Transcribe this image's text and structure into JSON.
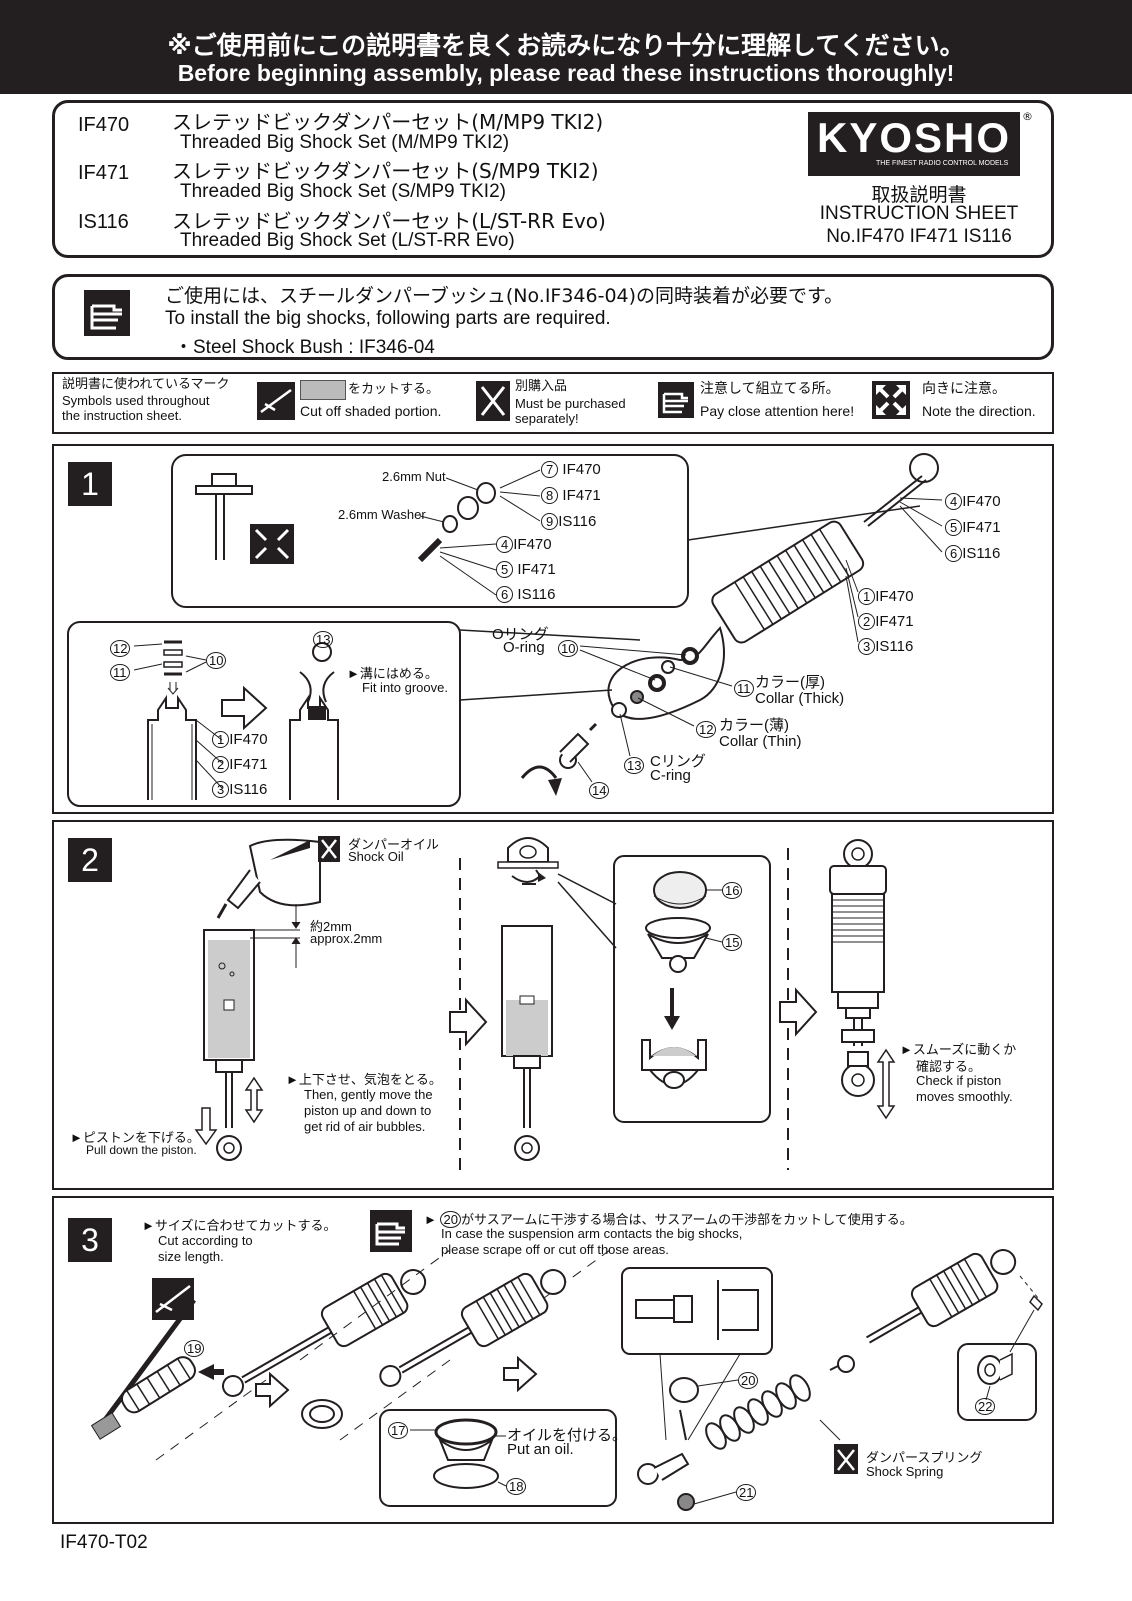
{
  "header": {
    "jp": "※ご使用前にこの説明書を良くお読みになり十分に理解してください。",
    "en": "Before beginning assembly, please read these instructions thoroughly!"
  },
  "products": [
    {
      "code": "IF470",
      "jp": "スレテッドビックダンパーセット(M/MP9 TKI2)",
      "en": "Threaded Big Shock Set (M/MP9 TKI2)"
    },
    {
      "code": "IF471",
      "jp": "スレテッドビックダンパーセット(S/MP9 TKI2)",
      "en": "Threaded Big Shock Set (S/MP9 TKI2)"
    },
    {
      "code": "IS116",
      "jp": "スレテッドビックダンパーセット(L/ST-RR Evo)",
      "en": "Threaded Big Shock Set (L/ST-RR Evo)"
    }
  ],
  "brand": {
    "logo": "KYOSHO",
    "registered": "®",
    "tagline": "THE FINEST RADIO CONTROL MODELS",
    "sheet_jp": "取扱説明書",
    "sheet_en": "INSTRUCTION SHEET",
    "sheet_no": "No.IF470  IF471 IS116"
  },
  "notice": {
    "jp": "ご使用には、スチールダンパーブッシュ(No.IF346-04)の同時装着が必要です。",
    "en": "To install the big shocks, following parts are required.",
    "item": "・Steel Shock Bush : IF346-04"
  },
  "legend": {
    "intro_jp": "説明書に使われているマーク",
    "intro_en1": "Symbols used throughout",
    "intro_en2": "the instruction sheet.",
    "cut_jp": "をカットする。",
    "cut_en": "Cut off shaded portion.",
    "buy_jp": "別購入品",
    "buy_en1": "Must be purchased",
    "buy_en2": "separately!",
    "attn_jp": "注意して組立てる所。",
    "attn_en": "Pay close attention here!",
    "dir_jp": "向きに注意。",
    "dir_en": "Note the direction."
  },
  "step1": {
    "num": "1",
    "nut": "2.6mm Nut",
    "washer": "2.6mm Washer",
    "p7": "7",
    "p8": "8",
    "p9": "9",
    "p4": "4",
    "p5": "5",
    "p6": "6",
    "p1": "1",
    "p2": "2",
    "p3": "3",
    "p10": "10",
    "p11": "11",
    "p12": "12",
    "p13": "13",
    "p14": "14",
    "if470": "IF470",
    "if471": "IF471",
    "is116": "IS116",
    "oring_jp": "Oリング",
    "oring_en": "O-ring",
    "collar_thick_jp": "カラー(厚)",
    "collar_thick_en": "Collar (Thick)",
    "collar_thin_jp": "カラー(薄)",
    "collar_thin_en": "Collar (Thin)",
    "cring_jp": "Cリング",
    "cring_en": "C-ring",
    "groove_jp": "►溝にはめる。",
    "groove_en": "Fit into groove."
  },
  "step2": {
    "num": "2",
    "oil_jp": "ダンパーオイル",
    "oil_en": "Shock Oil",
    "gap_jp": "約2mm",
    "gap_en": "approx.2mm",
    "bubbles_jp": "►上下させ、気泡をとる。",
    "bubbles_en1": "Then, gently move the",
    "bubbles_en2": "piston up and down to",
    "bubbles_en3": "get rid of air bubbles.",
    "piston_jp": "►ピストンを下げる。",
    "piston_en": "Pull down the piston.",
    "p15": "15",
    "p16": "16",
    "smooth_jp1": "►スムーズに動くか",
    "smooth_jp2": "確認する。",
    "smooth_en1": "Check if piston",
    "smooth_en2": "moves smoothly."
  },
  "step3": {
    "num": "3",
    "cut_jp": "►サイズに合わせてカットする。",
    "cut_en1": "Cut according to",
    "cut_en2": "size length.",
    "note_num": "20",
    "note_jp": "がサスアームに干渉する場合は、サスアームの干渉部をカットして使用する。",
    "note_en1": "In case the suspension arm contacts the big shocks,",
    "note_en2": "please scrape off or cut off those areas.",
    "p17": "17",
    "p18": "18",
    "p19": "19",
    "p20": "20",
    "p21": "21",
    "p22": "22",
    "oil_jp": "オイルを付ける。",
    "oil_en": "Put an oil.",
    "spring_jp": "ダンパースプリング",
    "spring_en": "Shock Spring"
  },
  "footer": "IF470-T02"
}
